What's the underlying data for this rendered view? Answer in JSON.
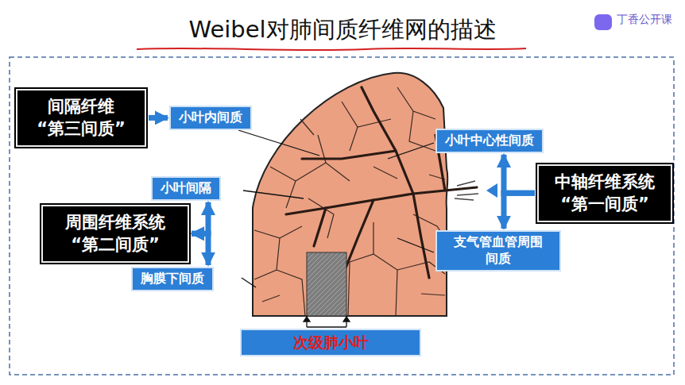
{
  "diagram": {
    "title": "Weibel对肺间质纤维网的描述",
    "nodes": [
      {
        "text": [
          "间隔纤维 “第三间质”"
        ]
      },
      {
        "text": [
          "小叶内间质"
        ]
      },
      {
        "text": [
          "小叶中心性间质"
        ]
      },
      {
        "text": [
          "中轴纤维系统 “第一间质”"
        ]
      },
      {
        "text": [
          "小叶间隔"
        ]
      },
      {
        "text": [
          "周围纤维系统 “第二间质”"
        ]
      },
      {
        "text": [
          "支气管血管周围 间质"
        ]
      },
      {
        "text": [
          "胸膜下间质"
        ]
      },
      {
        "text": [
          "次级肺小叶"
        ]
      }
    ],
    "edges": [
      {
        "from": 0,
        "to": 1,
        "arrow": "to"
      },
      {
        "from": 3,
        "to": 2,
        "arrow": "to"
      },
      {
        "from": 3,
        "to": 6,
        "arrow": "to"
      },
      {
        "from": 5,
        "to": 4,
        "arrow": "both"
      },
      {
        "from": 5,
        "to": 7,
        "arrow": "both"
      }
    ],
    "labels": [
      "丁香公开课"
    ]
  }
}
